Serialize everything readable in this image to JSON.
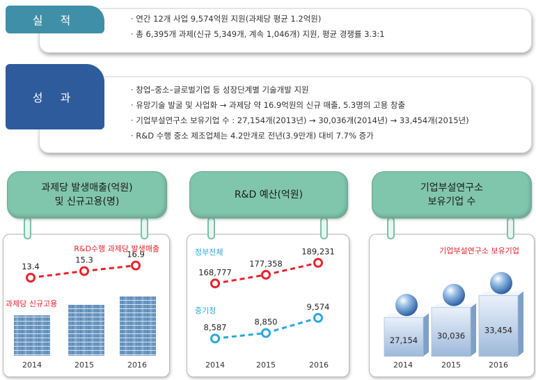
{
  "results": {
    "label": "실 적",
    "bullets": [
      "· 연간 12개 사업 9,574억원 지원(과제당 평균 1.2억원)",
      "· 총 6,395개 과제(신규 5,349개, 계속 1,046개) 지원, 평균 경쟁률 3.3:1"
    ]
  },
  "outcomes": {
    "label": "성 과",
    "bullets": [
      "· 창업–중소–글로벌기업 등 성장단계별 기술개발 지원",
      "· 유망기술 발굴 및 사업화 → 과제당 약 16.9억원의 신규 매출, 5.3명의 고용 창출",
      "· 기업부설연구소 보유기업 수 : 27,154개(2013년) → 30,036개(2014년) → 33,454개(2015년)",
      "· R&D 수행 중소 제조업체는 4.2만개로 전년(3.9만개) 대비 7.7% 증가"
    ]
  },
  "colors": {
    "results_tab": "#3f8fa8",
    "outcomes_tab": "#2d5b9c",
    "panel_title": "#80c6ad",
    "red": "#e8232b",
    "blue": "#2aa7de"
  },
  "panel1": {
    "title_line1": "과제당 발생매출(억원)",
    "title_line2": "및 신규고용(명)"
  },
  "panel2": {
    "title": "R&D 예산(억원)"
  },
  "panel3": {
    "title_line1": "기업부설연구소",
    "title_line2": "보유기업 수"
  },
  "chart_data": [
    {
      "type": "line",
      "categories": [
        "2014",
        "2015",
        "2016"
      ],
      "series": [
        {
          "name": "R&D수행 과제당 발생매출",
          "values": [
            13.4,
            15.3,
            16.9
          ]
        },
        {
          "name": "과제당 신규고용",
          "values": []
        }
      ]
    },
    {
      "type": "line",
      "categories": [
        "2014",
        "2015",
        "2016"
      ],
      "series": [
        {
          "name": "정부전체",
          "values": [
            168777,
            177358,
            189231
          ]
        },
        {
          "name": "중기청",
          "values": [
            8587,
            8850,
            9574
          ]
        }
      ]
    },
    {
      "type": "bar",
      "categories": [
        "2014",
        "2015",
        "2016"
      ],
      "series": [
        {
          "name": "기업부설연구소 보유기업",
          "values": [
            27154,
            30036,
            33454
          ]
        }
      ]
    }
  ]
}
